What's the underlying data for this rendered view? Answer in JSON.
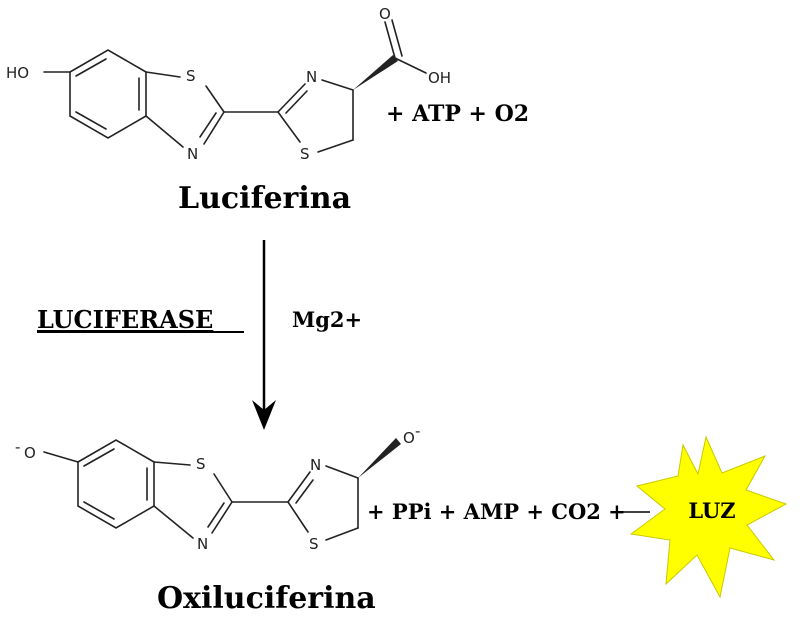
{
  "top": {
    "atoms": {
      "ho": "HO",
      "s_thiazole": "S",
      "n_thiazole": "N",
      "n_ring": "N",
      "s_ring": "S",
      "o_carbonyl": "O",
      "oh": "OH"
    },
    "reactants": "+  ATP  +  O2",
    "name": "Luciferina"
  },
  "enzyme": {
    "label": "LUCIFERASE",
    "cofactor": "Mg2+"
  },
  "bottom": {
    "atoms": {
      "charge_left": "-",
      "o_left": "O",
      "s_thiazole": "S",
      "n_thiazole": "N",
      "n_ring": "N",
      "s_ring": "S",
      "o_right": "O",
      "charge_right": "-"
    },
    "products": "+ PPi + AMP + CO2 +",
    "name": "Oxiluciferina"
  },
  "light": {
    "label": "LUZ",
    "color": "#ffff00",
    "outline": "#c9c900"
  }
}
